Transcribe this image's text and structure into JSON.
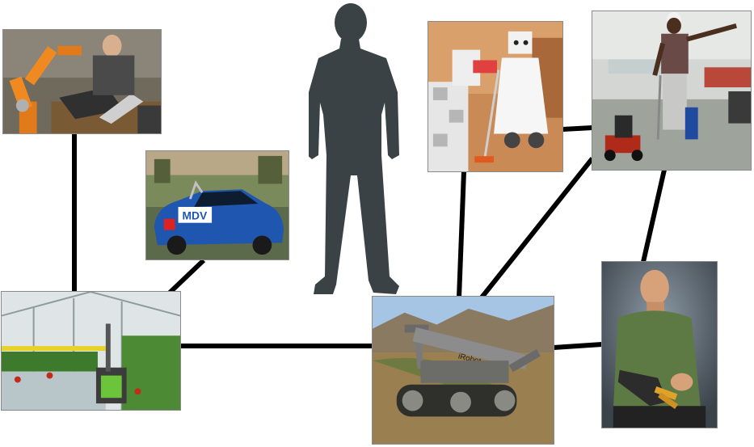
{
  "diagram": {
    "title": "",
    "nodes": [
      {
        "id": "human-silhouette",
        "description_icon": "person-silhouette-icon"
      },
      {
        "id": "industrial-arm-photo",
        "description_icon": "robot-arm-icon"
      },
      {
        "id": "autonomous-car-photo",
        "description_icon": "car-icon",
        "car_label": "MDV"
      },
      {
        "id": "greenhouse-robot-photo",
        "description_icon": "greenhouse-icon"
      },
      {
        "id": "service-robot-photo",
        "description_icon": "humanoid-robot-icon"
      },
      {
        "id": "assistive-robot-photo",
        "description_icon": "mobile-robot-icon"
      },
      {
        "id": "military-robot-photo",
        "description_icon": "tracked-robot-icon",
        "robot_label": "iRobot"
      },
      {
        "id": "prosthetic-arm-photo",
        "description_icon": "prosthetic-hand-icon"
      }
    ],
    "edges": [
      [
        "industrial-arm-photo",
        "greenhouse-robot-photo"
      ],
      [
        "autonomous-car-photo",
        "greenhouse-robot-photo"
      ],
      [
        "greenhouse-robot-photo",
        "military-robot-photo"
      ],
      [
        "service-robot-photo",
        "military-robot-photo"
      ],
      [
        "service-robot-photo",
        "assistive-robot-photo"
      ],
      [
        "assistive-robot-photo",
        "military-robot-photo"
      ],
      [
        "assistive-robot-photo",
        "prosthetic-arm-photo"
      ],
      [
        "military-robot-photo",
        "prosthetic-arm-photo"
      ]
    ],
    "colors": {
      "edge": "#000000",
      "silhouette": "#3a4246",
      "background": "#ffffff"
    }
  }
}
